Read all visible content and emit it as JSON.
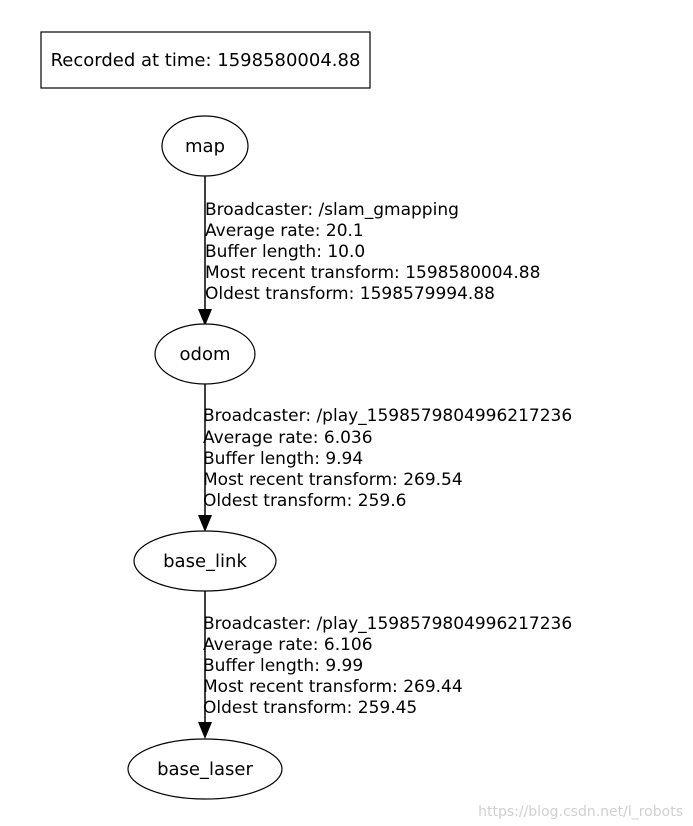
{
  "header": {
    "recorded": "Recorded at time: 1598580004.88"
  },
  "nodes": {
    "map": "map",
    "odom": "odom",
    "base_link": "base_link",
    "base_laser": "base_laser"
  },
  "edges": {
    "map_odom": {
      "broadcaster": "Broadcaster: /slam_gmapping",
      "average_rate": "Average rate: 20.1",
      "buffer_length": "Buffer length: 10.0",
      "most_recent": "Most recent transform: 1598580004.88",
      "oldest": "Oldest transform: 1598579994.88"
    },
    "odom_base_link": {
      "broadcaster": "Broadcaster: /play_1598579804996217236",
      "average_rate": "Average rate: 6.036",
      "buffer_length": "Buffer length: 9.94",
      "most_recent": "Most recent transform: 269.54",
      "oldest": "Oldest transform: 259.6"
    },
    "base_link_base_laser": {
      "broadcaster": "Broadcaster: /play_1598579804996217236",
      "average_rate": "Average rate: 6.106",
      "buffer_length": "Buffer length: 9.99",
      "most_recent": "Most recent transform: 269.44",
      "oldest": "Oldest transform: 259.45"
    }
  },
  "watermark": "https://blog.csdn.net/l_robots"
}
